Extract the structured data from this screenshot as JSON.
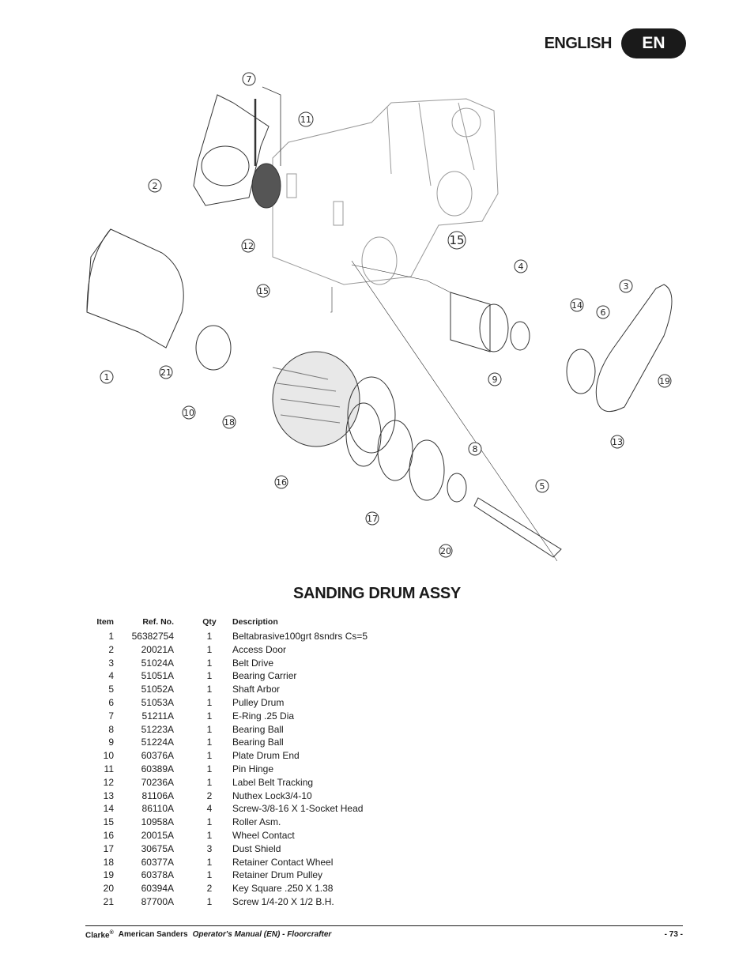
{
  "header": {
    "language_label": "ENGLISH",
    "language_code": "EN"
  },
  "diagram": {
    "callouts": [
      "7",
      "11",
      "2",
      "12",
      "15",
      "15",
      "4",
      "3",
      "14",
      "6",
      "1",
      "21",
      "9",
      "19",
      "10",
      "18",
      "13",
      "8",
      "16",
      "5",
      "17",
      "20"
    ]
  },
  "section_title": "SANDING DRUM ASSY",
  "table": {
    "headers": {
      "item": "Item",
      "ref": "Ref. No.",
      "qty": "Qty",
      "desc": "Description"
    },
    "rows": [
      {
        "item": "1",
        "ref": "56382754",
        "qty": "1",
        "desc": "Beltabrasive100grt 8sndrs Cs=5"
      },
      {
        "item": "2",
        "ref": "20021A",
        "qty": "1",
        "desc": "Access Door"
      },
      {
        "item": "3",
        "ref": "51024A",
        "qty": "1",
        "desc": "Belt Drive"
      },
      {
        "item": "4",
        "ref": "51051A",
        "qty": "1",
        "desc": "Bearing Carrier"
      },
      {
        "item": "5",
        "ref": "51052A",
        "qty": "1",
        "desc": "Shaft Arbor"
      },
      {
        "item": "6",
        "ref": "51053A",
        "qty": "1",
        "desc": "Pulley Drum"
      },
      {
        "item": "7",
        "ref": "51211A",
        "qty": "1",
        "desc": "E-Ring .25 Dia"
      },
      {
        "item": "8",
        "ref": "51223A",
        "qty": "1",
        "desc": "Bearing Ball"
      },
      {
        "item": "9",
        "ref": "51224A",
        "qty": "1",
        "desc": "Bearing Ball"
      },
      {
        "item": "10",
        "ref": "60376A",
        "qty": "1",
        "desc": "Plate Drum End"
      },
      {
        "item": "11",
        "ref": "60389A",
        "qty": "1",
        "desc": "Pin Hinge"
      },
      {
        "item": "12",
        "ref": "70236A",
        "qty": "1",
        "desc": "Label Belt Tracking"
      },
      {
        "item": "13",
        "ref": "81106A",
        "qty": "2",
        "desc": "Nuthex Lock3/4-10"
      },
      {
        "item": "14",
        "ref": "86110A",
        "qty": "4",
        "desc": "Screw-3/8-16 X 1-Socket Head"
      },
      {
        "item": "15",
        "ref": "10958A",
        "qty": "1",
        "desc": "Roller Asm."
      },
      {
        "item": "16",
        "ref": "20015A",
        "qty": "1",
        "desc": "Wheel Contact"
      },
      {
        "item": "17",
        "ref": "30675A",
        "qty": "3",
        "desc": "Dust Shield"
      },
      {
        "item": "18",
        "ref": "60377A",
        "qty": "1",
        "desc": "Retainer Contact Wheel"
      },
      {
        "item": "19",
        "ref": "60378A",
        "qty": "1",
        "desc": "Retainer Drum Pulley"
      },
      {
        "item": "20",
        "ref": "60394A",
        "qty": "2",
        "desc": "Key Square .250 X 1.38"
      },
      {
        "item": "21",
        "ref": "87700A",
        "qty": "1",
        "desc": "Screw 1/4-20 X 1/2 B.H."
      }
    ]
  },
  "footer": {
    "brand": "Clarke",
    "registered": "®",
    "company": "American Sanders",
    "manual": "Operator's Manual (EN) - Floorcrafter",
    "page": "- 73 -"
  }
}
